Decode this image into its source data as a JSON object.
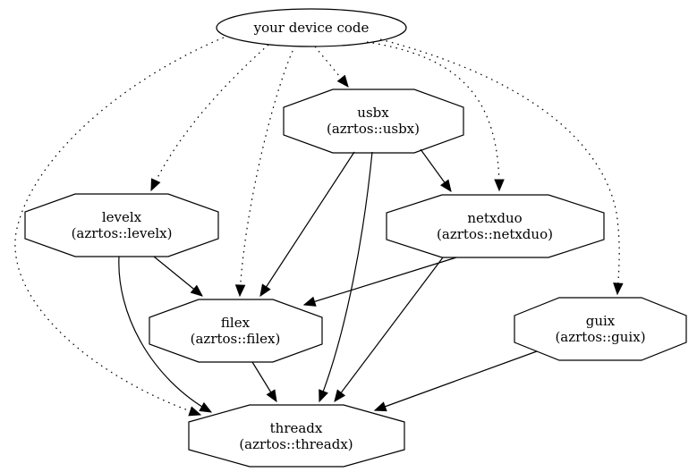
{
  "diagram": {
    "type": "dependency-graph",
    "colors": {
      "background": "#ffffff",
      "stroke": "#000000",
      "text": "#000000"
    },
    "nodes": {
      "device": {
        "label": "your device code",
        "shape": "ellipse"
      },
      "usbx": {
        "label": "usbx",
        "sublabel": "(azrtos::usbx)",
        "shape": "octagon"
      },
      "levelx": {
        "label": "levelx",
        "sublabel": "(azrtos::levelx)",
        "shape": "octagon"
      },
      "netxduo": {
        "label": "netxduo",
        "sublabel": "(azrtos::netxduo)",
        "shape": "octagon"
      },
      "filex": {
        "label": "filex",
        "sublabel": "(azrtos::filex)",
        "shape": "octagon"
      },
      "guix": {
        "label": "guix",
        "sublabel": "(azrtos::guix)",
        "shape": "octagon"
      },
      "threadx": {
        "label": "threadx",
        "sublabel": "(azrtos::threadx)",
        "shape": "octagon"
      }
    },
    "edges": [
      {
        "from": "your device code",
        "to": "usbx",
        "style": "dotted"
      },
      {
        "from": "your device code",
        "to": "levelx",
        "style": "dotted"
      },
      {
        "from": "your device code",
        "to": "netxduo",
        "style": "dotted"
      },
      {
        "from": "your device code",
        "to": "filex",
        "style": "dotted"
      },
      {
        "from": "your device code",
        "to": "guix",
        "style": "dotted"
      },
      {
        "from": "your device code",
        "to": "threadx",
        "style": "dotted"
      },
      {
        "from": "usbx",
        "to": "netxduo",
        "style": "solid"
      },
      {
        "from": "usbx",
        "to": "filex",
        "style": "solid"
      },
      {
        "from": "usbx",
        "to": "threadx",
        "style": "solid"
      },
      {
        "from": "levelx",
        "to": "filex",
        "style": "solid"
      },
      {
        "from": "levelx",
        "to": "threadx",
        "style": "solid"
      },
      {
        "from": "netxduo",
        "to": "filex",
        "style": "solid"
      },
      {
        "from": "netxduo",
        "to": "threadx",
        "style": "solid"
      },
      {
        "from": "filex",
        "to": "threadx",
        "style": "solid"
      },
      {
        "from": "guix",
        "to": "threadx",
        "style": "solid"
      }
    ]
  }
}
